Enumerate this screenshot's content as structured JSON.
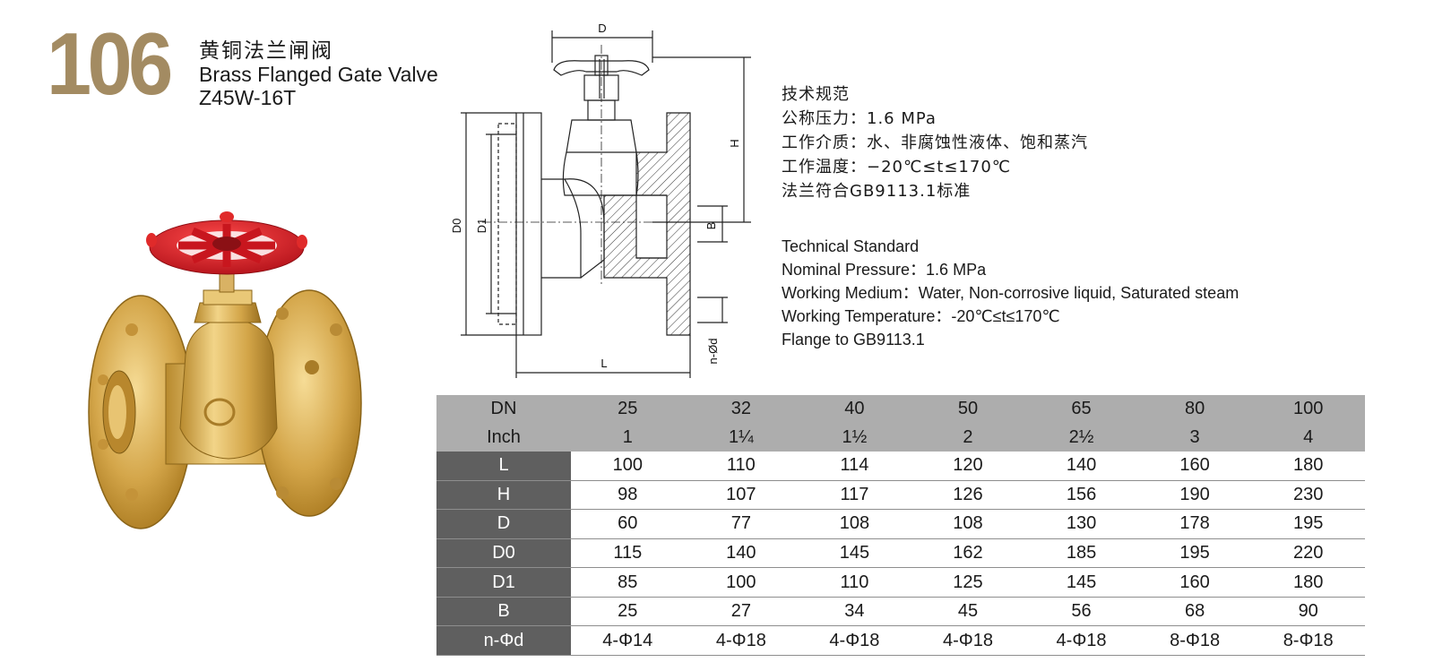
{
  "header": {
    "model_number": "106",
    "title_cn": "黄铜法兰闸阀",
    "title_en": "Brass Flanged Gate Valve",
    "model_code": "Z45W-16T"
  },
  "drawing": {
    "labels": {
      "d": "D",
      "h": "H",
      "b": "B",
      "d0": "D0",
      "d1": "D1",
      "l": "L",
      "nd": "n-Ød"
    }
  },
  "spec_cn": {
    "heading": "技术规范",
    "pressure": "公称压力：1.6 MPa",
    "medium": "工作介质：水、非腐蚀性液体、饱和蒸汽",
    "temperature": "工作温度：−20℃≤t≤170℃",
    "flange": "法兰符合GB9113.1标准"
  },
  "spec_en": {
    "heading": "Technical Standard",
    "pressure": "Nominal Pressure：1.6 MPa",
    "medium": "Working Medium：Water, Non-corrosive liquid, Saturated steam",
    "temperature": "Working Temperature：-20℃≤t≤170℃",
    "flange": "Flange to GB9113.1"
  },
  "table": {
    "header_rows": [
      {
        "label": "DN",
        "values": [
          "25",
          "32",
          "40",
          "50",
          "65",
          "80",
          "100"
        ]
      },
      {
        "label": "Inch",
        "values": [
          "1",
          "1¼",
          "1½",
          "2",
          "2½",
          "3",
          "4"
        ]
      }
    ],
    "rows": [
      {
        "label": "L",
        "values": [
          "100",
          "110",
          "114",
          "120",
          "140",
          "160",
          "180"
        ]
      },
      {
        "label": "H",
        "values": [
          "98",
          "107",
          "117",
          "126",
          "156",
          "190",
          "230"
        ]
      },
      {
        "label": "D",
        "values": [
          "60",
          "77",
          "108",
          "108",
          "130",
          "178",
          "195"
        ]
      },
      {
        "label": "D0",
        "values": [
          "115",
          "140",
          "145",
          "162",
          "185",
          "195",
          "220"
        ]
      },
      {
        "label": "D1",
        "values": [
          "85",
          "100",
          "110",
          "125",
          "145",
          "160",
          "180"
        ]
      },
      {
        "label": "B",
        "values": [
          "25",
          "27",
          "34",
          "45",
          "56",
          "68",
          "90"
        ]
      },
      {
        "label": "n-Φd",
        "values": [
          "4-Φ14",
          "4-Φ18",
          "4-Φ18",
          "4-Φ18",
          "4-Φ18",
          "8-Φ18",
          "8-Φ18"
        ]
      }
    ]
  },
  "colors": {
    "model_number": "#a38b62",
    "handwheel": "#d8212b",
    "brass": "#c9a24e",
    "table_header": "#adadad",
    "table_label": "#5f5f5f"
  }
}
